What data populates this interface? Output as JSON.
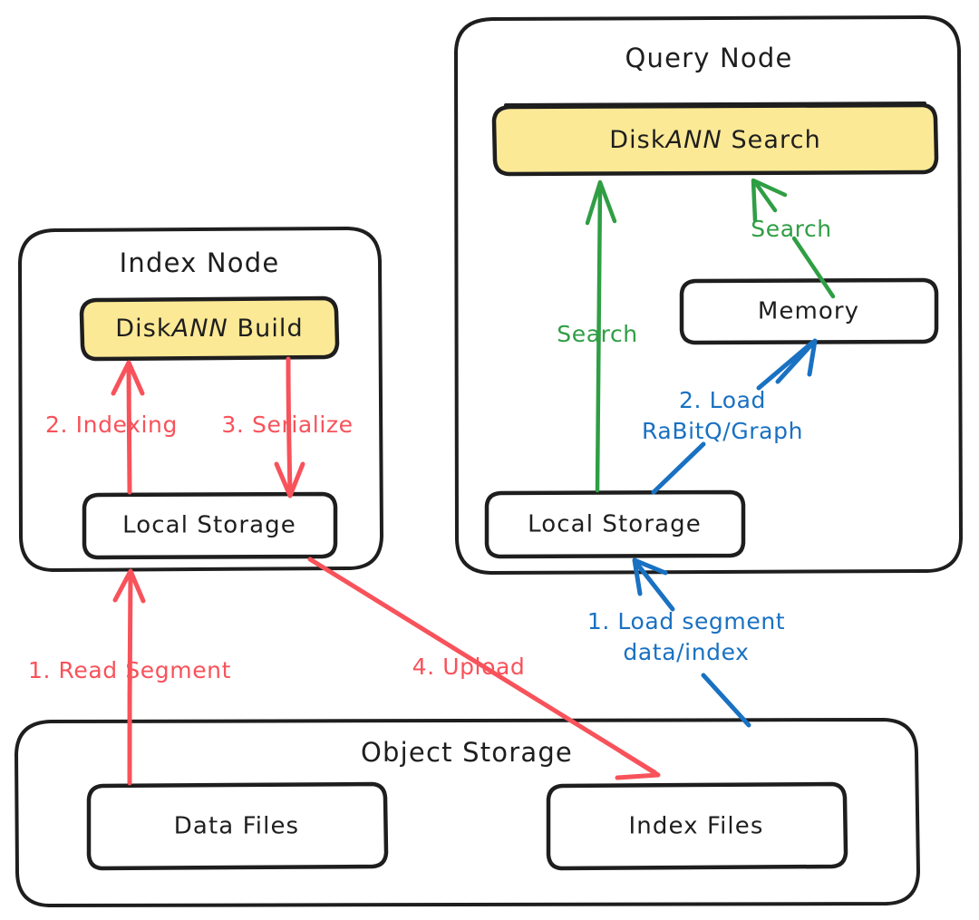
{
  "diagram": {
    "title_hidden": "",
    "style": "hand-drawn architecture diagram",
    "colors": {
      "stroke": "#1e1e1e",
      "accent_fill": "#fce996",
      "red": "#f8525a",
      "blue": "#1971c2",
      "green": "#2f9e44",
      "background": "#ffffff"
    }
  },
  "containers": {
    "index_node": {
      "title": "Index Node"
    },
    "query_node": {
      "title": "Query Node"
    },
    "object_storage": {
      "title": "Object Storage"
    }
  },
  "boxes": {
    "diskann_build": {
      "label_prefix": "Disk",
      "label_emph": "ANN",
      "label_suffix": " Build",
      "full": "DiskANN Build"
    },
    "diskann_search": {
      "label_prefix": "Disk",
      "label_emph": "ANN",
      "label_suffix": " Search",
      "full": "DiskANN Search"
    },
    "index_local_storage": {
      "label": "Local Storage"
    },
    "query_local_storage": {
      "label": "Local Storage"
    },
    "memory": {
      "label": "Memory"
    },
    "data_files": {
      "label": "Data Files"
    },
    "index_files": {
      "label": "Index Files"
    }
  },
  "edges": {
    "read_segment": {
      "label": "1. Read Segment",
      "color": "red"
    },
    "indexing": {
      "label": "2. Indexing",
      "color": "red"
    },
    "serialize": {
      "label": "3. Serialize",
      "color": "red"
    },
    "upload": {
      "label": "4. Upload",
      "color": "red"
    },
    "load_segment": {
      "label_line1": "1. Load segment",
      "label_line2": "data/index",
      "color": "blue"
    },
    "load_rabitq": {
      "label_line1": "2. Load",
      "label_line2": "RaBitQ/Graph",
      "color": "blue"
    },
    "search_storage": {
      "label": "Search",
      "color": "green"
    },
    "search_memory": {
      "label": "Search",
      "color": "green"
    }
  }
}
